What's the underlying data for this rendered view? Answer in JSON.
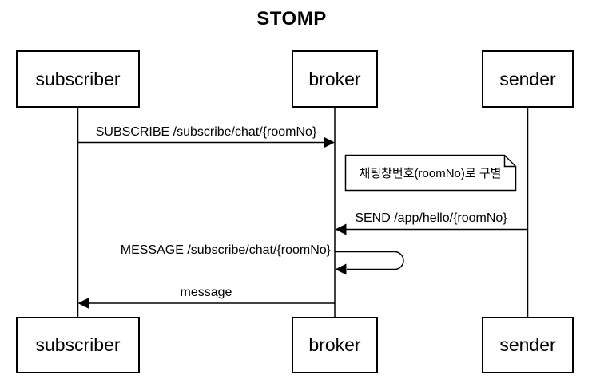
{
  "diagram": {
    "title": "STOMP",
    "type": "uml-sequence-diagram",
    "colors": {
      "background": "#ffffff",
      "line": "#000000",
      "box_fill": "#ffffff",
      "text": "#000000"
    },
    "actors": [
      {
        "id": "subscriber",
        "label": "subscriber"
      },
      {
        "id": "broker",
        "label": "broker"
      },
      {
        "id": "sender",
        "label": "sender"
      }
    ],
    "messages": [
      {
        "label": "SUBSCRIBE /subscribe/chat/{roomNo}",
        "from": "subscriber",
        "to": "broker",
        "self": false
      },
      {
        "label": "SEND /app/hello/{roomNo}",
        "from": "sender",
        "to": "broker",
        "self": false
      },
      {
        "label": "MESSAGE /subscribe/chat/{roomNo}",
        "from": "broker",
        "to": "broker",
        "self": true
      },
      {
        "label": "message",
        "from": "broker",
        "to": "subscriber",
        "self": false
      }
    ],
    "note": {
      "text": "채팅창번호(roomNo)로 구별"
    }
  }
}
